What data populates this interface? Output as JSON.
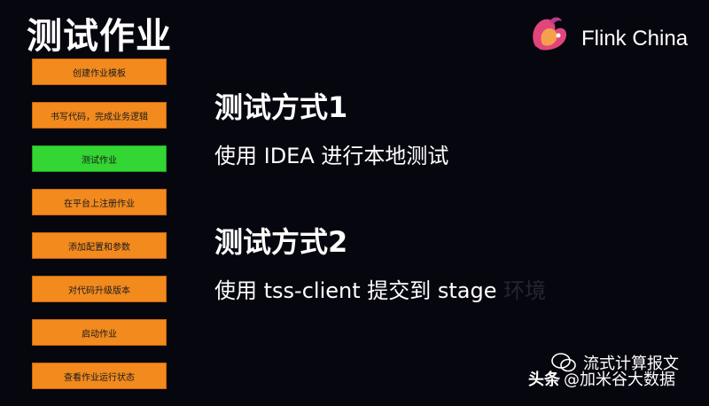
{
  "slide": {
    "title": "测试作业",
    "brand": "Flink China"
  },
  "steps": [
    {
      "label": "创建作业模板",
      "state": "pending"
    },
    {
      "label": "书写代码，完成业务逻辑",
      "state": "pending"
    },
    {
      "label": "测试作业",
      "state": "active"
    },
    {
      "label": "在平台上注册作业",
      "state": "pending"
    },
    {
      "label": "添加配置和参数",
      "state": "pending"
    },
    {
      "label": "对代码升级版本",
      "state": "pending"
    },
    {
      "label": "启动作业",
      "state": "pending"
    },
    {
      "label": "查看作业运行状态",
      "state": "pending"
    }
  ],
  "methods": [
    {
      "title": "测试方式1",
      "description": "使用 IDEA 进行本地测试",
      "description_tail": ""
    },
    {
      "title": "测试方式2",
      "description": "使用 tss-client 提交到 stage",
      "description_tail": "环境"
    }
  ],
  "watermark": {
    "source": "头条",
    "account": "@加米谷大数据",
    "channel": "流式计算报文"
  },
  "colors": {
    "background": "#06060f",
    "step_default": "#f28a1e",
    "step_active": "#33d633",
    "text": "#ffffff"
  }
}
